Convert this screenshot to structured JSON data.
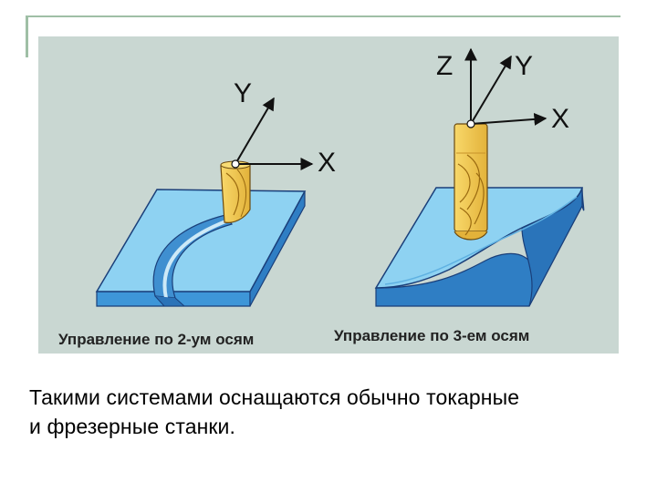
{
  "figure": {
    "left_panel": {
      "axis_y": "Y",
      "axis_x": "X",
      "label": "Управление по 2-ум осям"
    },
    "right_panel": {
      "axis_z": "Z",
      "axis_y": "Y",
      "axis_x": "X",
      "label": "Управление по 3-ем осям"
    }
  },
  "caption": {
    "line1": "Такими системами оснащаются обычно токарные",
    "line2": "и фрезерные станки."
  },
  "colors": {
    "background": "#c9d7d2",
    "block_top": "#8ed2f2",
    "block_side": "#2f8fd6",
    "tool": "#f2c84a",
    "ink": "#111111"
  }
}
